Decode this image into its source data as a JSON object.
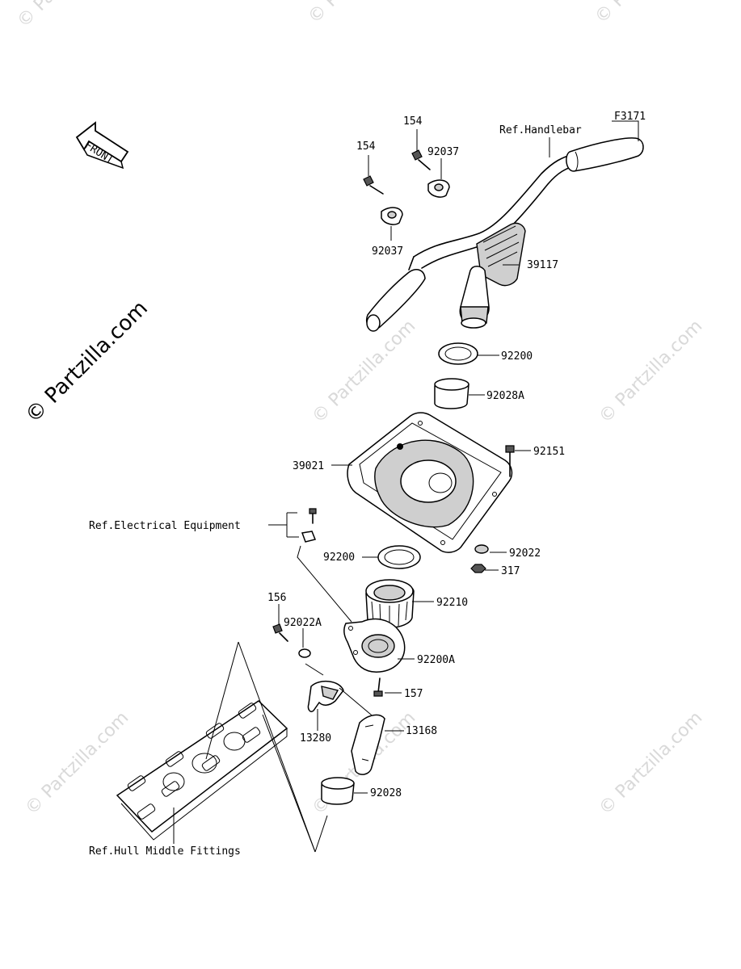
{
  "diagram_code": "F3171",
  "front_label": "FRONT",
  "watermark": {
    "main": "© Partzilla.com",
    "small": "© Partzilla.com"
  },
  "callouts": {
    "ref_handlebar": "Ref.Handlebar",
    "ref_electrical": "Ref.Electrical Equipment",
    "ref_hull": "Ref.Hull Middle Fittings",
    "p154_a": "154",
    "p154_b": "154",
    "p92037_a": "92037",
    "p92037_b": "92037",
    "p39117": "39117",
    "p92200_a": "92200",
    "p92028A": "92028A",
    "p39021": "39021",
    "p92151": "92151",
    "p92200_b": "92200",
    "p92022": "92022",
    "p317": "317",
    "p92210": "92210",
    "p156": "156",
    "p92022A": "92022A",
    "p92200A": "92200A",
    "p157": "157",
    "p13280": "13280",
    "p13168": "13168",
    "p92028": "92028"
  }
}
